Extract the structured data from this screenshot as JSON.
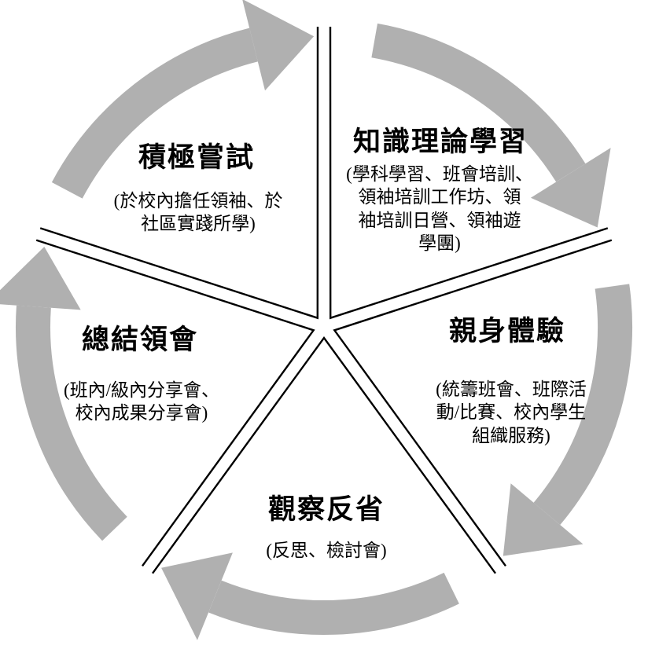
{
  "diagram": {
    "type": "cycle",
    "direction": "clockwise",
    "arrow_color": "#b0b0b0",
    "outline_color": "#000000",
    "segments": [
      {
        "id": "knowledge",
        "position": "top-right",
        "title": "知識理論學習",
        "description": "(學科學習、班會培訓、\n領袖培訓工作坊、領\n袖培訓日營、領袖遊\n學團)"
      },
      {
        "id": "experience",
        "position": "right",
        "title": "親身體驗",
        "description": "(統籌班會、班際活\n動/比賽、校內學生\n組織服務)"
      },
      {
        "id": "reflection",
        "position": "bottom",
        "title": "觀察反省",
        "description": "(反思、檢討會)"
      },
      {
        "id": "summary",
        "position": "left",
        "title": "總結領會",
        "description": "(班內/級內分享會、\n校內成果分享會)"
      },
      {
        "id": "attempt",
        "position": "top-left",
        "title": "積極嘗試",
        "description": "(於校內擔任領袖、於\n社區實踐所學)"
      }
    ]
  }
}
